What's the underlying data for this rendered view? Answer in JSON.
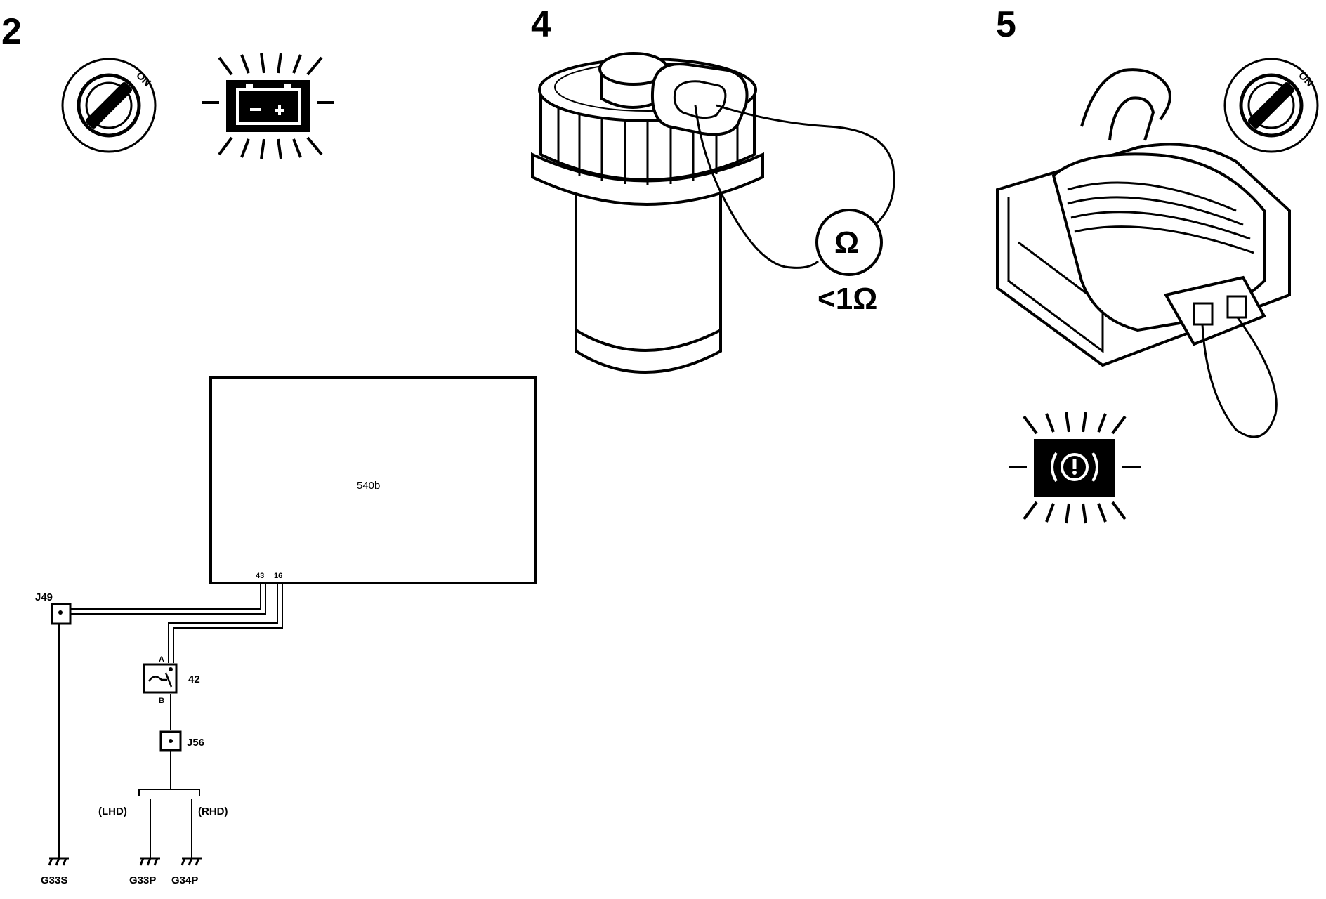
{
  "steps": {
    "step2": "2",
    "step4": "4",
    "step5": "5"
  },
  "ignition": {
    "on_label": "ON"
  },
  "meter": {
    "symbol": "Ω",
    "reading": "<1Ω"
  },
  "module": {
    "name": "540b",
    "pin_a": "43",
    "pin_b": "16"
  },
  "junctions": {
    "j49": "J49",
    "j56": "J56"
  },
  "switch": {
    "id": "42",
    "terminal_a": "A",
    "terminal_b": "B"
  },
  "variants": {
    "lhd": "(LHD)",
    "rhd": "(RHD)"
  },
  "grounds": {
    "g33s": "G33S",
    "g33p": "G33P",
    "g34p": "G34P"
  }
}
